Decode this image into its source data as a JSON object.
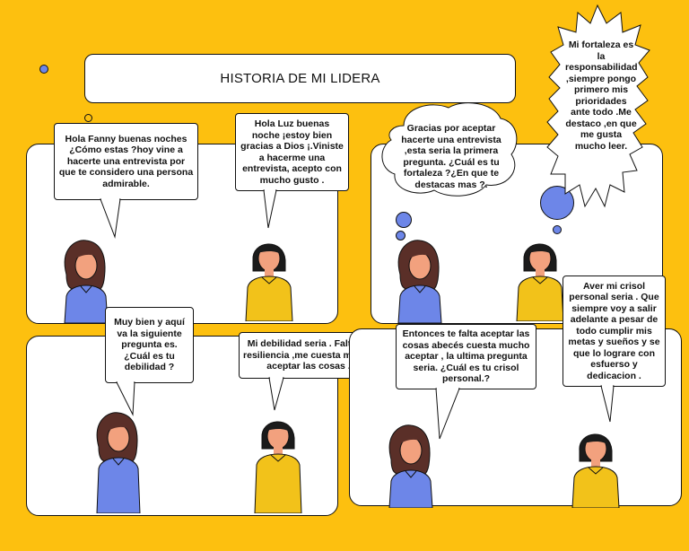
{
  "title": "HISTORIA DE MI LIDERA",
  "colors": {
    "background": "#FDC00F",
    "shirt_blue": "#6D86E8",
    "shirt_yellow": "#F2C21A",
    "skin": "#F2A17E",
    "hair": "#1b1b1b",
    "hair_brown": "#5a2f28"
  },
  "panels": {
    "p1": {
      "left_bubble": "Hola Fanny buenas noches ¿Cómo estas ?hoy vine a hacerte una entrevista por que te considero una persona admirable.",
      "right_bubble": "Hola Luz buenas noche  ¡estoy bien gracias a Dios ¡.Viniste a hacerme una entrevista, acepto con mucho gusto ."
    },
    "p2": {
      "thought": "Gracias por aceptar hacerte una  entrevista ,esta seria la primera pregunta. ¿Cuál es tu fortaleza ?¿En que te destacas mas ?.",
      "star": "Mi fortaleza es la responsabilidad ,siempre pongo primero mis prioridades ante todo .Me destaco ,en que me gusta mucho  leer."
    },
    "p3": {
      "left_bubble": "Muy bien y aquí va la siguiente pregunta es. ¿Cuál es tu debilidad ?",
      "right_bubble": "Mi debilidad seria . Falta de resiliencia  ,me cuesta mucho aceptar las cosas ."
    },
    "p4": {
      "left_bubble": "Entonces te falta aceptar las cosas abecés cuesta mucho aceptar , la ultima pregunta seria. ¿Cuál es tu crisol personal.?",
      "right_bubble": "Aver mi crisol personal seria . Que siempre voy a salir adelante a pesar de todo cumplir mis metas y sueños y se que lo lograre con esfuerso y dedicacion ."
    }
  }
}
